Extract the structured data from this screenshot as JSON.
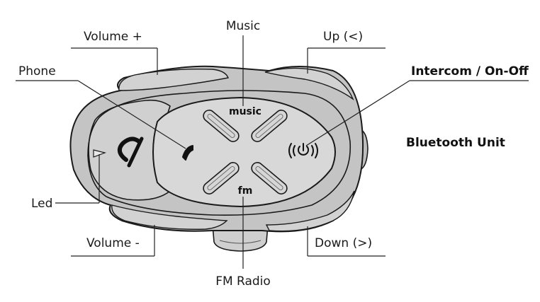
{
  "callouts": {
    "volume_plus": "Volume +",
    "music": "Music",
    "up": "Up (<)",
    "phone": "Phone",
    "intercom": "Intercom / On-Off",
    "bluetooth_unit": "Bluetooth Unit",
    "led": "Led",
    "volume_minus": "Volume -",
    "down": "Down (>)",
    "fm_radio": "FM Radio"
  },
  "device": {
    "music_label": "music",
    "fm_label": "fm",
    "power_icon": "power-icon",
    "phone_icon": "phone-handset-icon",
    "logo": "cellularline-logo-icon"
  },
  "colors": {
    "body": "#c9c9c9",
    "face": "#d6d6d6",
    "outline": "#1a1a1a"
  }
}
